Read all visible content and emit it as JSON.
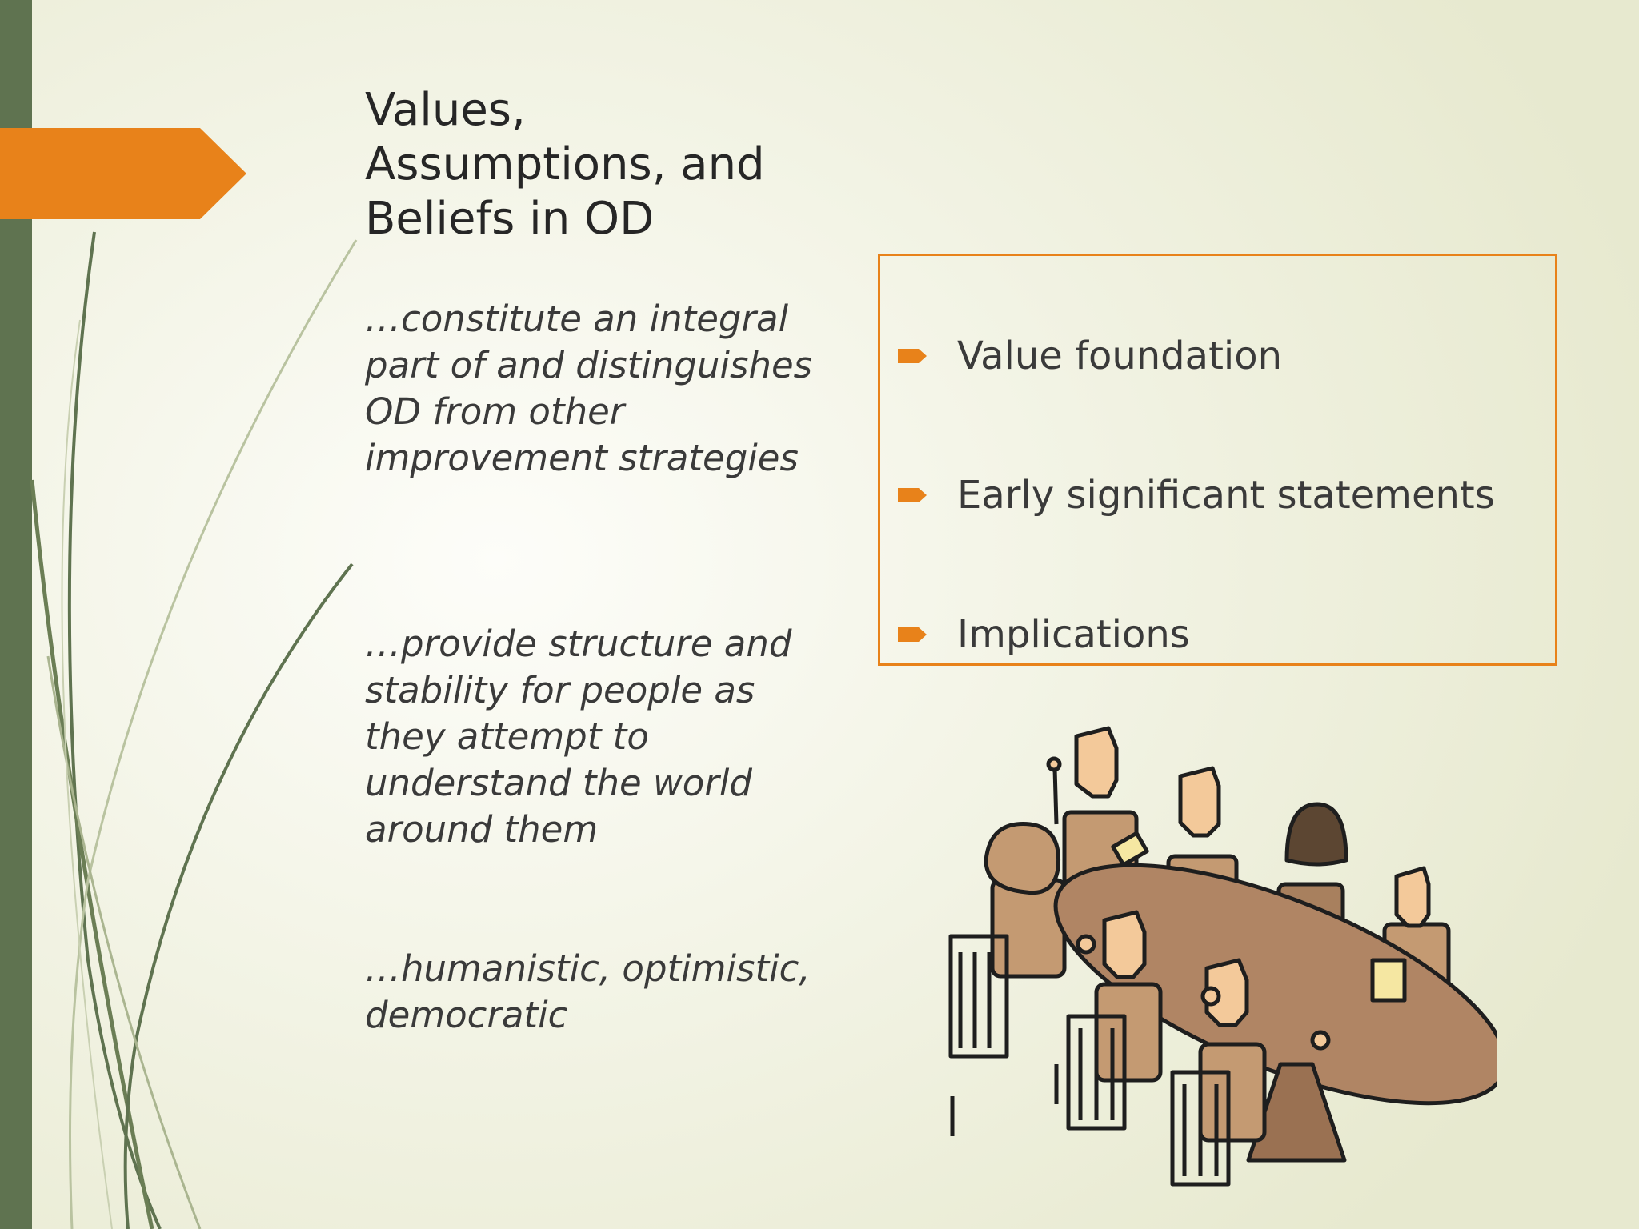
{
  "slide": {
    "title_lines": [
      "Values,",
      "Assumptions, and",
      "Beliefs in OD"
    ],
    "paragraphs": [
      "…constitute an integral part of and distinguishes OD from other improvement strategies",
      "…provide structure and stability for people as they attempt to understand the world around them",
      "…humanistic, optimistic, democratic"
    ],
    "bullets": [
      "Value foundation",
      "Early significant statements",
      "Implications"
    ]
  },
  "colors": {
    "accent_orange": "#e8821a",
    "sidebar_green": "#5f7350",
    "text_dark": "#262626"
  },
  "icons": {
    "bullet": "arrow-bullet-icon",
    "illustration": "meeting-table-illustration"
  }
}
